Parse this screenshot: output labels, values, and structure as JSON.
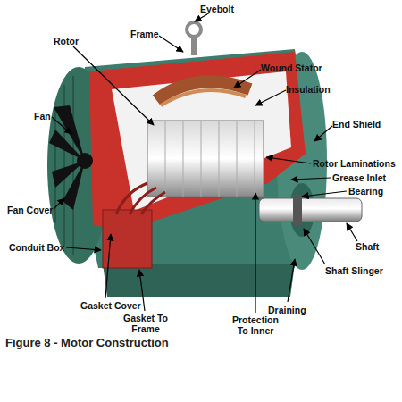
{
  "diagram": {
    "caption": "Figure 8 - Motor Construction",
    "labels": [
      "Eyebolt",
      "Frame",
      "Rotor",
      "Wound Stator",
      "Insulation",
      "End Shield",
      "Fan",
      "Rotor Laminations",
      "Grease Inlet",
      "Bearing",
      "Fan Cover",
      "Conduit Box",
      "Shaft",
      "Shaft Slinger",
      "Draining",
      "Gasket Cover",
      "Gasket To Frame",
      "Protection To Inner"
    ]
  }
}
